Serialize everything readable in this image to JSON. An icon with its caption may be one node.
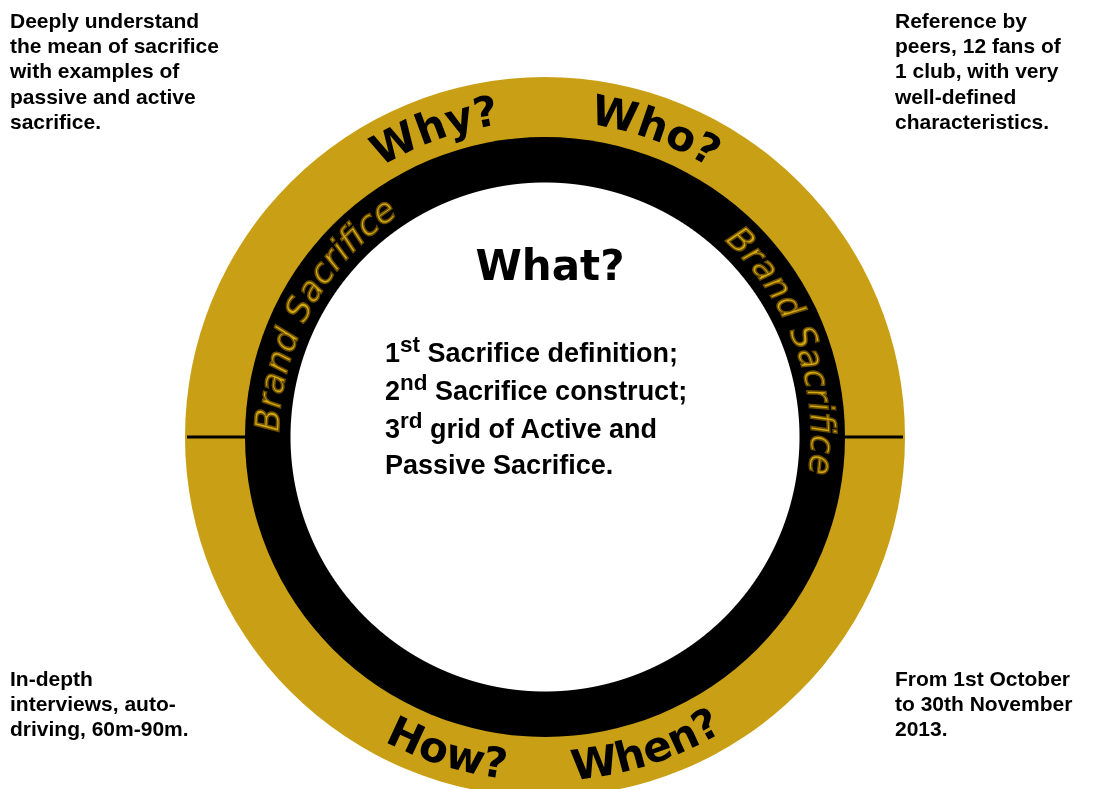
{
  "diagram": {
    "nodes": [
      {
        "text": [
          "Why?",
          "Who?",
          "How?",
          "When?"
        ]
      },
      {
        "text": [
          "Brand Sacrifice",
          "Brand Sacrifice"
        ],
        "in": 0
      },
      {
        "text": [
          "What?",
          "1$^{st}$ Sacrifice definition;",
          "2$^{nd}$ Sacrifice construct;",
          "3$^{rd}$ grid of Active and Passive Sacrifice."
        ],
        "in": 1
      }
    ],
    "labels": [
      "Deeply understand the mean of sacrifice with examples of passive and active sacrifice.",
      "Reference by peers, 12 fans of 1 club, with very well-defined characteristics.",
      "In-depth interviews, auto-driving, 60m-90m.",
      "From 1st October  to 30th November 2013."
    ]
  }
}
